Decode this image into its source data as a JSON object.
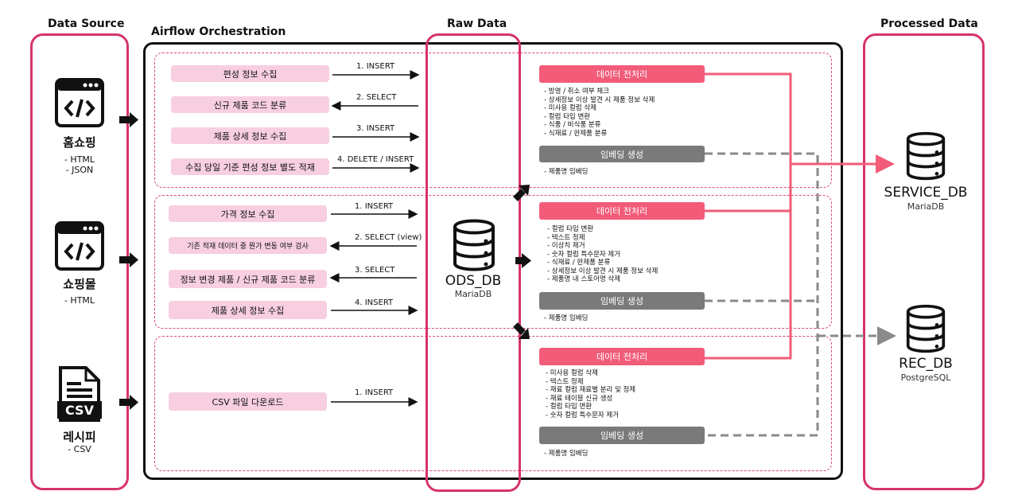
{
  "columns": {
    "data_source": "Data Source",
    "airflow": "Airflow Orchestration",
    "raw_data": "Raw Data",
    "processed_data": "Processed Data"
  },
  "sources": [
    {
      "name": "홈쇼핑",
      "formats": [
        "- HTML",
        "- JSON"
      ],
      "icon": "code-window-icon"
    },
    {
      "name": "쇼핑몰",
      "formats": [
        "- HTML"
      ],
      "icon": "code-window-icon"
    },
    {
      "name": "레시피",
      "formats": [
        "- CSV"
      ],
      "icon": "csv-file-icon"
    }
  ],
  "pipelines": [
    {
      "steps": [
        {
          "label": "편성 정보 수집",
          "op": "1. INSERT"
        },
        {
          "label": "신규 제품 코드 분류",
          "op": "2. SELECT"
        },
        {
          "label": "제품 상세 정보 수집",
          "op": "3. INSERT"
        },
        {
          "label": "수집 당일 기준 편성 정보 별도 적재",
          "op": "4. DELETE / INSERT"
        }
      ],
      "preprocess": "데이터 전처리",
      "preprocess_notes": [
        "- 방영 / 취소 여부 체크",
        "- 상세정보 이상 발견 시 제품 정보 삭제",
        "- 미사용 컬럼 삭제",
        "- 컬럼 타입 변환",
        "- 식품 / 비식품 분류",
        "- 식재료 / 완제품 분류"
      ],
      "embedding": "임베딩 생성",
      "embedding_note": "- 제품명 임베딩"
    },
    {
      "steps": [
        {
          "label": "가격 정보 수집",
          "op": "1. INSERT"
        },
        {
          "label": "기존 적재 데이터 중 뭔가 변동 여부 검사",
          "op": "2. SELECT (view)"
        },
        {
          "label": "정보 변경 제품 / 신규 제품 코드 분류",
          "op": "3. SELECT"
        },
        {
          "label": "제품 상세 정보 수집",
          "op": "4. INSERT"
        }
      ],
      "preprocess": "데이터 전처리",
      "preprocess_notes": [
        "- 컬럼 타입 변환",
        "- 텍스트 정제",
        "- 이상치 제거",
        "- 숫자 컬럼 특수문자 제거",
        "- 식재료 / 완제품 분류",
        "- 상세정보 이상 발견 시 제품 정보 삭제",
        "- 제품명 내 스토어명 삭제"
      ],
      "embedding": "임베딩 생성",
      "embedding_note": "- 제품명 임베딩"
    },
    {
      "steps": [
        {
          "label": "CSV 파일 다운로드",
          "op": "1. INSERT"
        }
      ],
      "preprocess": "데이터 전처리",
      "preprocess_notes": [
        "- 미사용 컬럼 삭제",
        "- 텍스트 정제",
        "- 재료 컬럼 재료별 분리 및 정제",
        "- 재료 테이블 신규 생성",
        "- 컬럼 타입 변환",
        "- 숫자 컬럼 특수문자 제거"
      ],
      "embedding": "임베딩 생성",
      "embedding_note": "- 제품명 임베딩"
    }
  ],
  "raw_db": {
    "name": "ODS_DB",
    "engine": "MariaDB"
  },
  "processed_dbs": [
    {
      "name": "SERVICE_DB",
      "engine": "MariaDB"
    },
    {
      "name": "REC_DB",
      "engine": "PostgreSQL"
    }
  ],
  "colors": {
    "accent": "#d6336c",
    "preprocess": "#f25c79",
    "embedding": "#7a7a7a",
    "step": "#f7cfe0"
  }
}
